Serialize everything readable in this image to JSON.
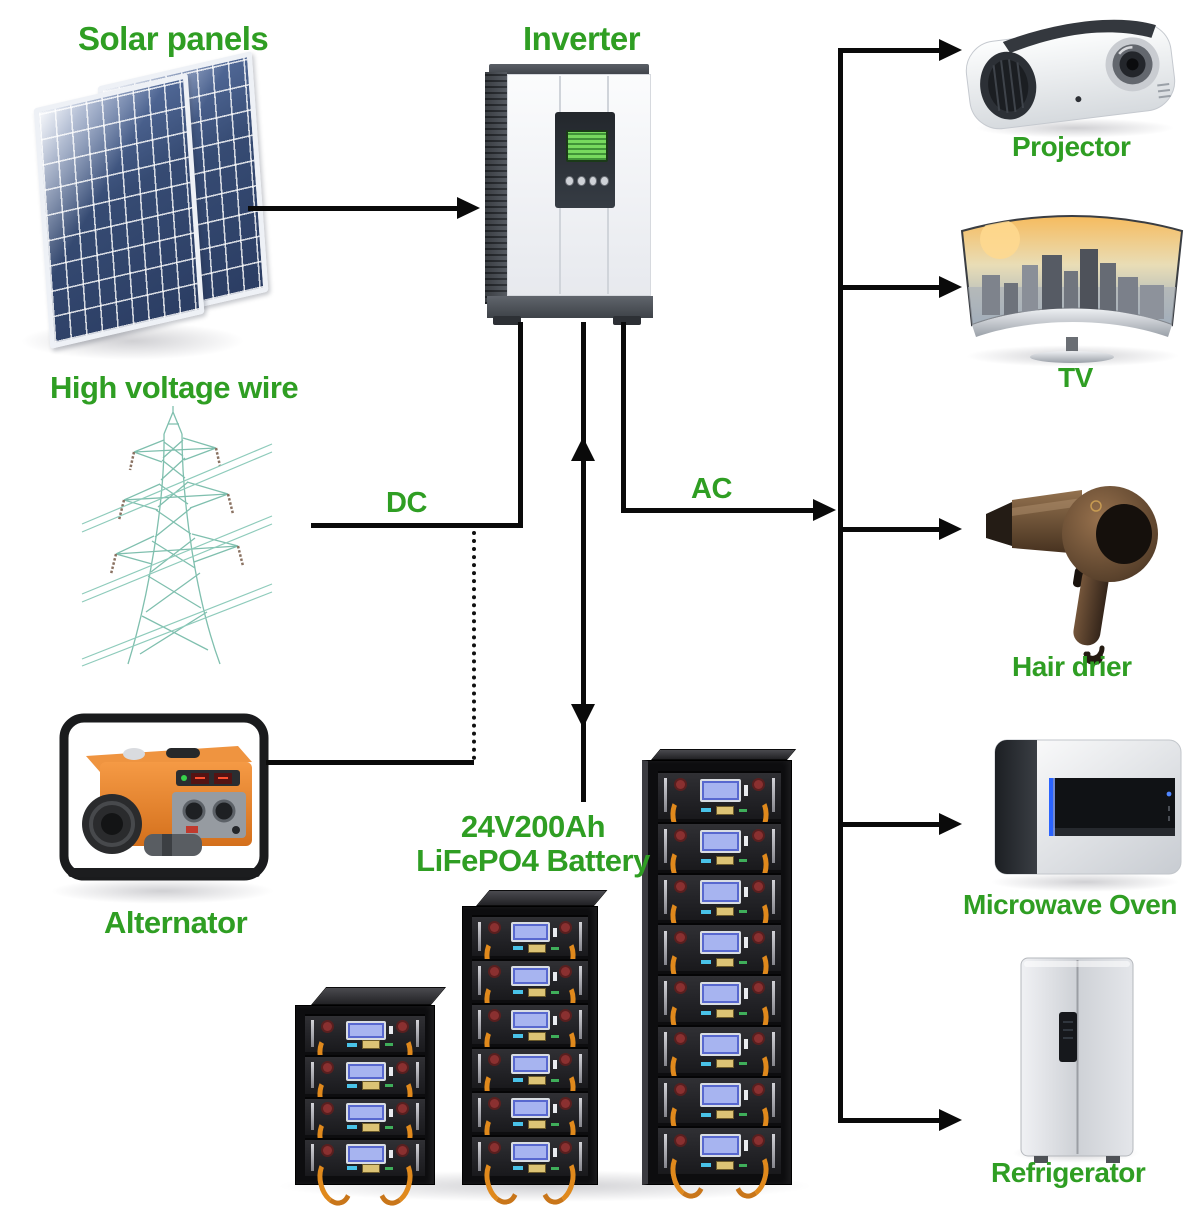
{
  "colors": {
    "label_green": "#2f9e23",
    "wire_black": "#0a0a0a",
    "panel_blue": "#364b73",
    "alternator_orange": "#e8822a"
  },
  "labels": {
    "solar_panels": "Solar panels",
    "inverter": "Inverter",
    "high_voltage_wire": "High voltage wire",
    "alternator": "Alternator",
    "battery_line1": "24V200Ah",
    "battery_line2": "LiFePO4 Battery",
    "projector": "Projector",
    "tv": "TV",
    "hair_drier": "Hair drier",
    "microwave_oven": "Microwave Oven",
    "refrigerator": "Refrigerator"
  },
  "wire_labels": {
    "dc": "DC",
    "ac": "AC"
  },
  "battery": {
    "racks": [
      {
        "modules": 4
      },
      {
        "modules": 6
      },
      {
        "modules": 8
      }
    ]
  },
  "connections": [
    {
      "from": "solar_panels",
      "to": "inverter",
      "style": "solid-arrow"
    },
    {
      "from": "high_voltage_wire",
      "to": "inverter",
      "style": "solid",
      "label": "DC"
    },
    {
      "from": "alternator",
      "to": "dc_line",
      "style": "dotted"
    },
    {
      "from": "inverter",
      "to": "battery",
      "style": "double-arrow"
    },
    {
      "from": "inverter",
      "to": "ac_bus",
      "style": "solid-arrow",
      "label": "AC"
    },
    {
      "from": "ac_bus",
      "to": "projector",
      "style": "arrow"
    },
    {
      "from": "ac_bus",
      "to": "tv",
      "style": "arrow"
    },
    {
      "from": "ac_bus",
      "to": "hair_drier",
      "style": "arrow"
    },
    {
      "from": "ac_bus",
      "to": "microwave_oven",
      "style": "arrow"
    },
    {
      "from": "ac_bus",
      "to": "refrigerator",
      "style": "arrow"
    }
  ]
}
